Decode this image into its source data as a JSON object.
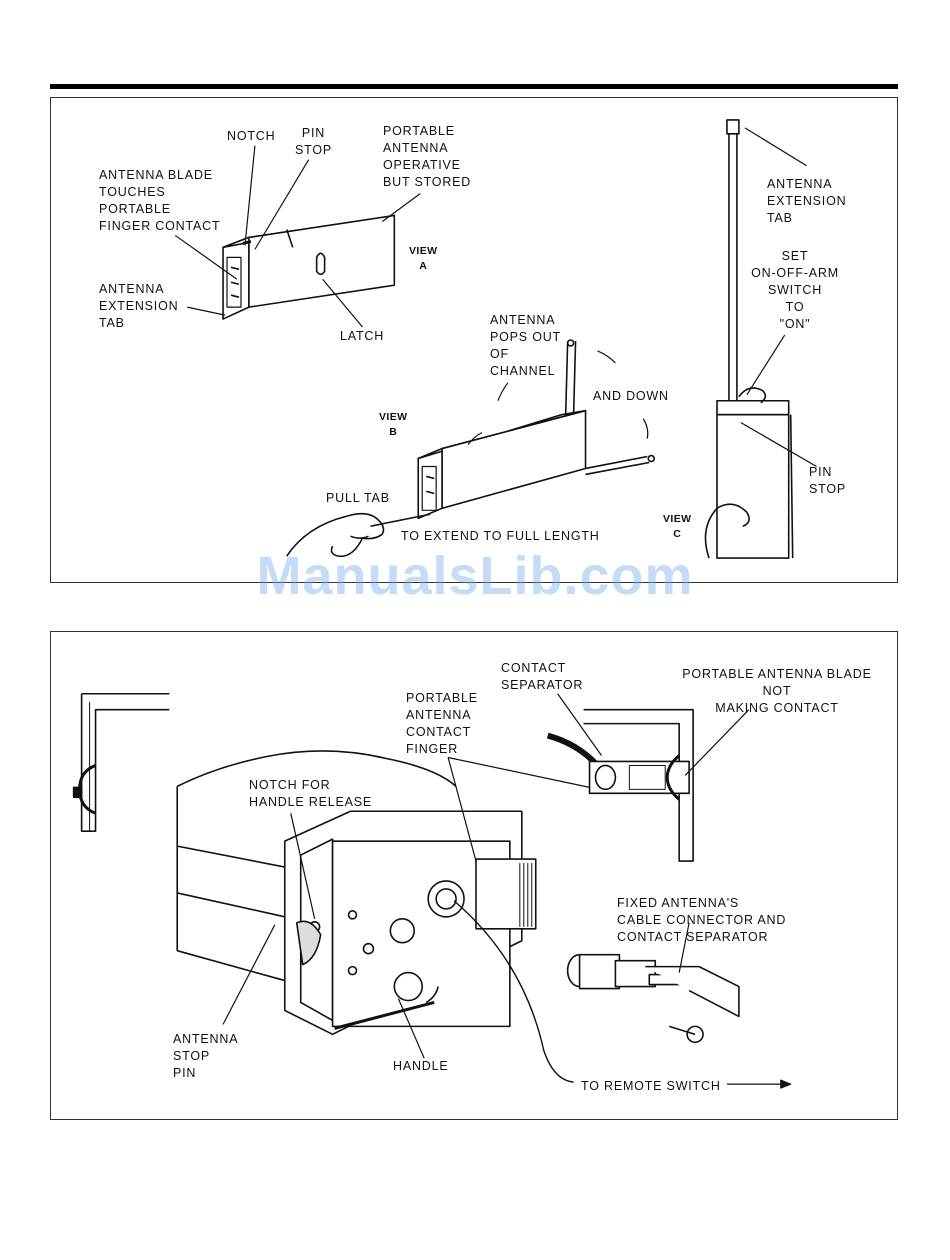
{
  "top_panel": {
    "labels": {
      "notch": "NOTCH",
      "pin_stop": "PIN\nSTOP",
      "portable_antenna_stored": "PORTABLE\nANTENNA\nOPERATIVE\nBUT STORED",
      "blade_touches": "ANTENNA BLADE\nTOUCHES\nPORTABLE\nFINGER CONTACT",
      "extension_tab_a": "ANTENNA\nEXTENSION\nTAB",
      "view_a": "VIEW\nA",
      "latch": "LATCH",
      "pops_out": "ANTENNA\nPOPS OUT\nOF\nCHANNEL",
      "and_down": "AND DOWN",
      "view_b": "VIEW\nB",
      "pull_tab": "PULL TAB",
      "extend_full": "TO EXTEND TO FULL LENGTH",
      "extension_tab_c": "ANTENNA\nEXTENSION\nTAB",
      "set_switch": "SET\nON-OFF-ARM\nSWITCH\nTO\n\"ON\"",
      "pin_stop_c": "PIN\nSTOP",
      "view_c": "VIEW\nC"
    }
  },
  "bottom_panel": {
    "labels": {
      "contact_separator": "CONTACT\nSEPARATOR",
      "blade_not_contact": "PORTABLE ANTENNA BLADE\nNOT\nMAKING CONTACT",
      "contact_finger": "PORTABLE\nANTENNA\nCONTACT\nFINGER",
      "notch_release": "NOTCH FOR\nHANDLE RELEASE",
      "fixed_connector": "FIXED ANTENNA'S\nCABLE CONNECTOR AND\nCONTACT SEPARATOR",
      "stop_pin": "ANTENNA\nSTOP\nPIN",
      "handle": "HANDLE",
      "remote_switch": "TO REMOTE SWITCH"
    }
  },
  "watermark": "ManualsLib.com"
}
